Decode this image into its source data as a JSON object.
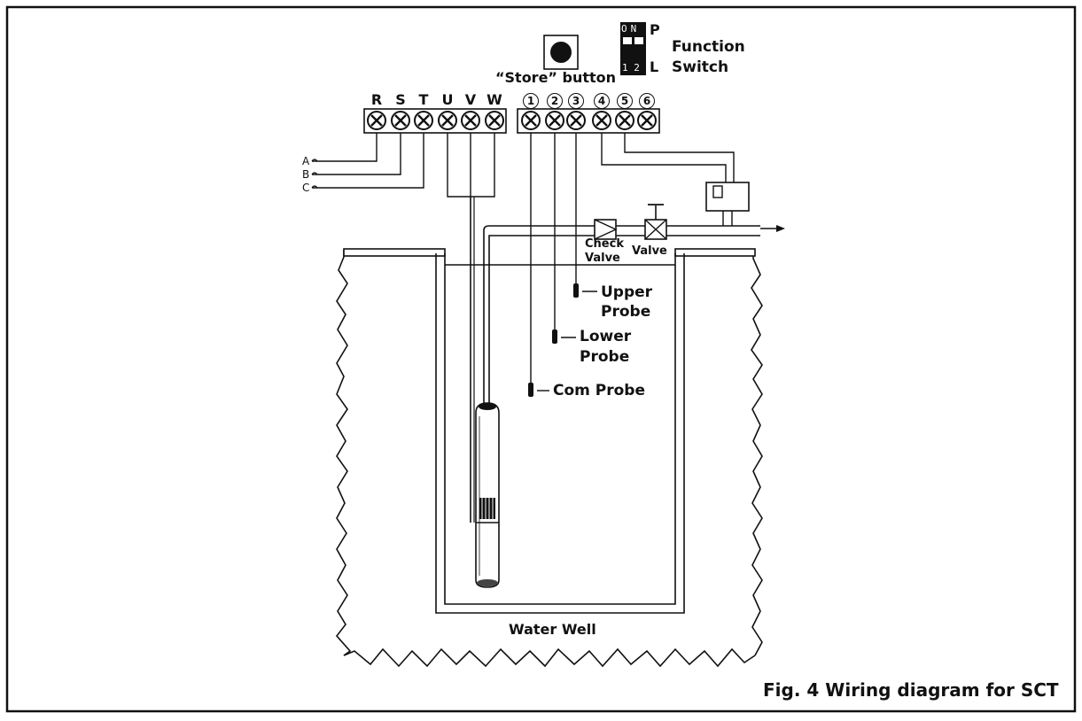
{
  "diagram": {
    "caption": "Fig. 4 Wiring diagram for SCT",
    "store_button_label": "“Store” button",
    "function_switch": {
      "label_line1": "Function",
      "label_line2": "Switch",
      "top_text": "ON",
      "bottom_text": "1 2",
      "pos_p": "P",
      "pos_l": "L"
    },
    "power_terminals": [
      "R",
      "S",
      "T",
      "U",
      "V",
      "W"
    ],
    "signal_terminals": [
      "1",
      "2",
      "3",
      "4",
      "5",
      "6"
    ],
    "phases": [
      "A",
      "B",
      "C"
    ],
    "check_valve_line1": "Check",
    "check_valve_line2": "Valve",
    "valve_label": "Valve",
    "upper_probe_line1": "Upper",
    "upper_probe_line2": "Probe",
    "lower_probe_line1": "Lower",
    "lower_probe_line2": "Probe",
    "com_probe_label": "Com Probe",
    "well_label": "Water Well"
  }
}
